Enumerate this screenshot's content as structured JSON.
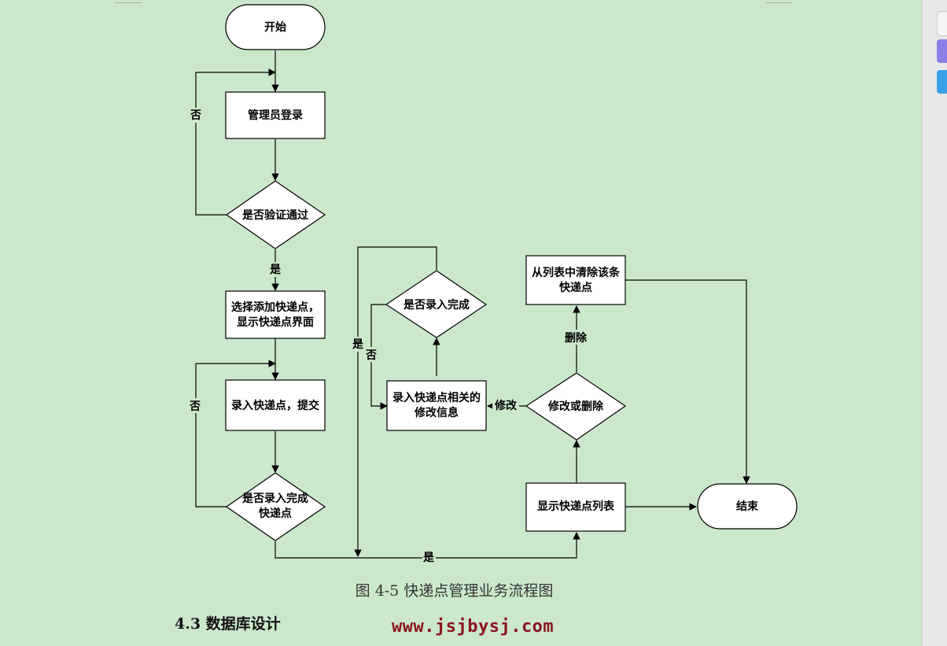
{
  "nodes": {
    "start": "开始",
    "login": "管理员登录",
    "verify": "是否验证通过",
    "select_add_1": "选择添加快递点，",
    "select_add_2": "显示快递点界面",
    "input_submit": "录入快递点，提交",
    "input_done_1": "是否录入完成",
    "input_done_2": "快递点",
    "show_list": "显示快递点列表",
    "modify_or_delete": "修改或删除",
    "input_modify_1": "录入快递点相关的",
    "input_modify_2": "修改信息",
    "modify_done": "是否录入完成",
    "remove_1": "从列表中清除该条",
    "remove_2": "快递点",
    "end": "结束"
  },
  "edge_labels": {
    "no_login": "否",
    "yes_verify": "是",
    "no_input": "否",
    "yes_input": "是",
    "yes_modify": "是",
    "no_modify": "否",
    "modify": "修改",
    "delete": "删除"
  },
  "caption": "图 4-5 快递点管理业务流程图",
  "section_heading": "4.3  数据库设计",
  "watermark": "www.jsjbysj.com",
  "colors": {
    "background": "#cce8cc",
    "line": "#000000",
    "shape_fill": "#ffffff",
    "watermark": "#8b1520"
  }
}
